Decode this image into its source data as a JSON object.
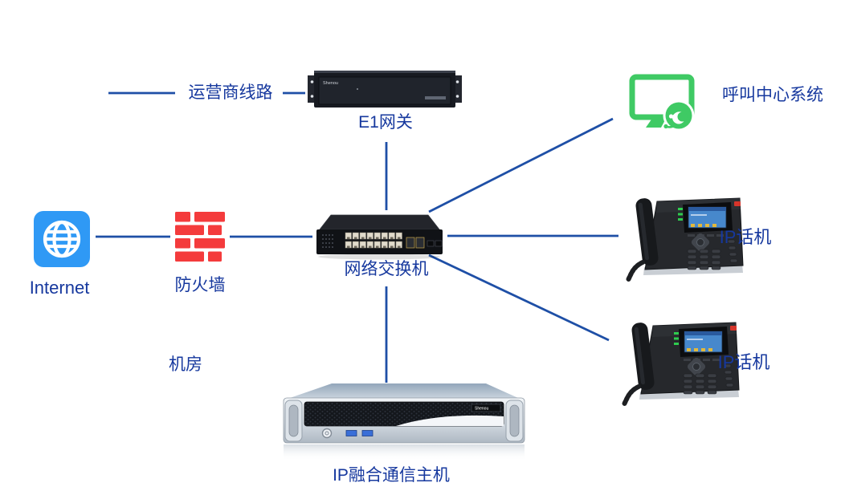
{
  "colors": {
    "line": "#1e4fa6",
    "label": "#16389e",
    "internet-blue": "#2f99f5",
    "firewall-red": "#f43b3c",
    "callcenter-green": "#3fca64"
  },
  "diagram": {
    "labels": {
      "carrier_line": "运营商线路",
      "e1_gateway": "E1网关",
      "internet": "Internet",
      "firewall": "防火墙",
      "switch": "网络交换机",
      "room": "机房",
      "call_center": "呼叫中心系统",
      "ip_phone_1": "IP话机",
      "ip_phone_2": "IP话机",
      "server": "IP融合通信主机"
    },
    "device_markings": {
      "e1_gateway_brand": "Shenou",
      "server_brand": "Shenou"
    },
    "connections": [
      [
        "carrier_line",
        "e1_gateway"
      ],
      [
        "e1_gateway",
        "switch"
      ],
      [
        "internet",
        "firewall"
      ],
      [
        "firewall",
        "switch"
      ],
      [
        "switch",
        "call_center"
      ],
      [
        "switch",
        "ip_phone_1"
      ],
      [
        "switch",
        "ip_phone_2"
      ],
      [
        "switch",
        "server"
      ]
    ]
  }
}
